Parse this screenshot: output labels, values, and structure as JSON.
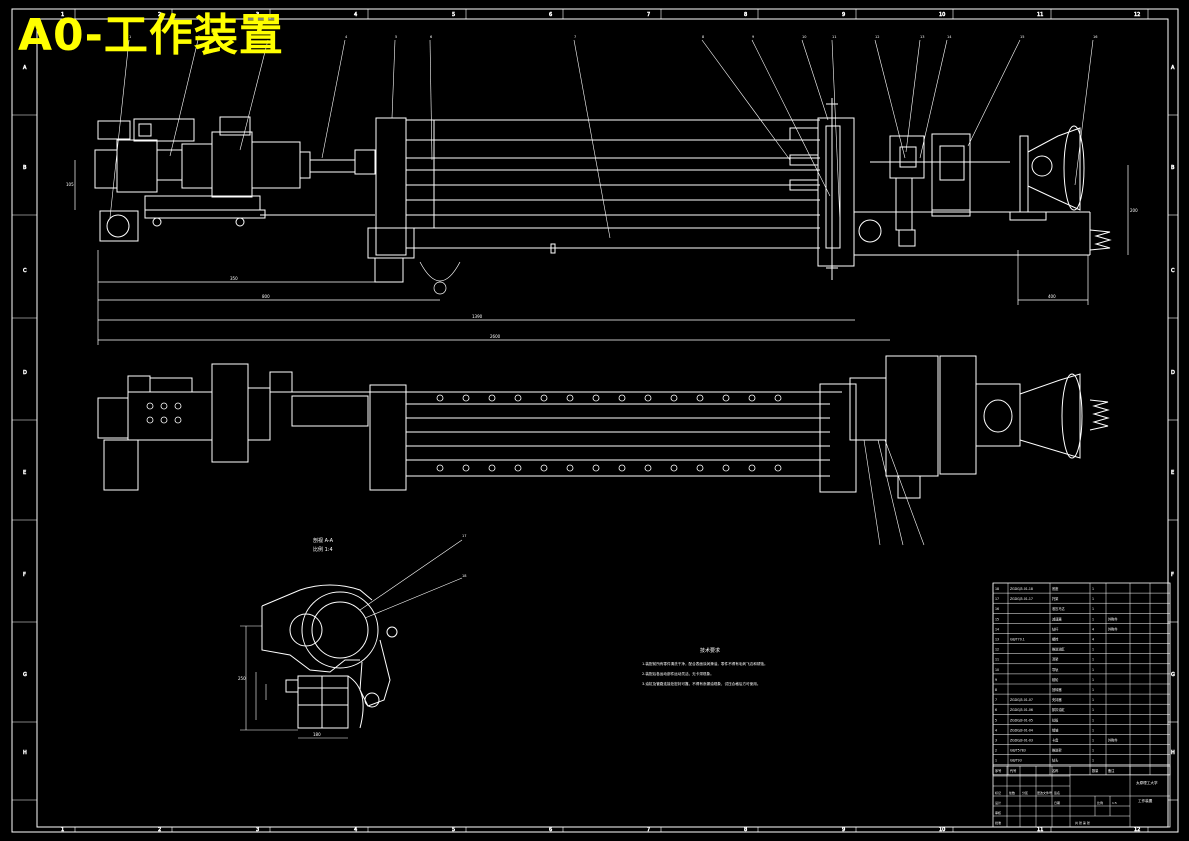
{
  "overlay_title": "A0-工作装置",
  "colors": {
    "background": "#000000",
    "line": "#ffffff",
    "title": "#ffff00",
    "accent": "#00ffff"
  },
  "section_label": {
    "line1": "剖视 A-A",
    "line2": "比例 1:4"
  },
  "tech_req": {
    "heading": "技术要求",
    "lines": [
      "1.装配前所有零件清洗干净，配合表面涂润滑油，零件不得有毛刺飞边和锈蚀。",
      "2.装配后各运动部件运动灵活，无卡滞现象。",
      "3.油缸及管路连接处密封可靠，不得有渗漏油现象，试压合格后方可使用。"
    ]
  },
  "bom": {
    "headers": [
      "序号",
      "代号",
      "名称",
      "数量",
      "备注"
    ],
    "rows": [
      [
        "18",
        "ZGDGJ3-01-18",
        "底座",
        "1",
        ""
      ],
      [
        "17",
        "ZGDGJ3-01-17",
        "托架",
        "1",
        ""
      ],
      [
        "16",
        "",
        "液压马达",
        "1",
        ""
      ],
      [
        "15",
        "",
        "减速器",
        "1",
        "外购件"
      ],
      [
        "14",
        "",
        "钻杆",
        "4",
        "外购件"
      ],
      [
        "13",
        "GB/T70.1",
        "螺栓",
        "4",
        ""
      ],
      [
        "12",
        "",
        "推进油缸",
        "1",
        ""
      ],
      [
        "11",
        "",
        "滑架",
        "1",
        ""
      ],
      [
        "10",
        "",
        "导轨",
        "1",
        ""
      ],
      [
        "9",
        "",
        "链轮",
        "1",
        ""
      ],
      [
        "8",
        "",
        "回转器",
        "1",
        ""
      ],
      [
        "7",
        "ZGDGJ3-01-07",
        "夹持器",
        "1",
        ""
      ],
      [
        "6",
        "ZGDGJ3-01-06",
        "卸扣油缸",
        "1",
        ""
      ],
      [
        "5",
        "ZGDGJ3-01-05",
        "拉板",
        "1",
        ""
      ],
      [
        "4",
        "ZGDGJ3-01-04",
        "销轴",
        "1",
        ""
      ],
      [
        "3",
        "ZGDGJ3-01-03",
        "卡盘",
        "1",
        "外购件"
      ],
      [
        "2",
        "GB/T5783",
        "推进架",
        "1",
        ""
      ],
      [
        "1",
        "GB/T93",
        "钻头",
        "1",
        ""
      ]
    ]
  },
  "title_block": {
    "school": "太原理工大学",
    "drawing_name": "工作装置",
    "scale_label": "比例",
    "scale_value": "1:5",
    "sheet_label": "共 张 第 张",
    "designer_label": "设计",
    "checker_label": "审核",
    "approve_label": "批准",
    "date_label": "日期",
    "mark_label": "标记",
    "count_label": "处数",
    "zone_label": "分区",
    "doc_label": "更改文件号",
    "sign_label": "签名"
  },
  "dims": {
    "d1": "350",
    "d2": "800",
    "d3": "1390",
    "d4": "2600",
    "d5": "400",
    "d6": "105",
    "d7": "200",
    "d8": "250",
    "d9": "180"
  },
  "part_numbers": [
    "1",
    "2",
    "3",
    "4",
    "5",
    "6",
    "7",
    "8",
    "9",
    "10",
    "11",
    "12",
    "13",
    "14",
    "15",
    "16",
    "17",
    "18"
  ],
  "zone_letters": [
    "A",
    "B",
    "C",
    "D",
    "E",
    "F",
    "G",
    "H"
  ],
  "zone_numbers": [
    "1",
    "2",
    "3",
    "4",
    "5",
    "6",
    "7",
    "8",
    "9",
    "10",
    "11",
    "12"
  ]
}
